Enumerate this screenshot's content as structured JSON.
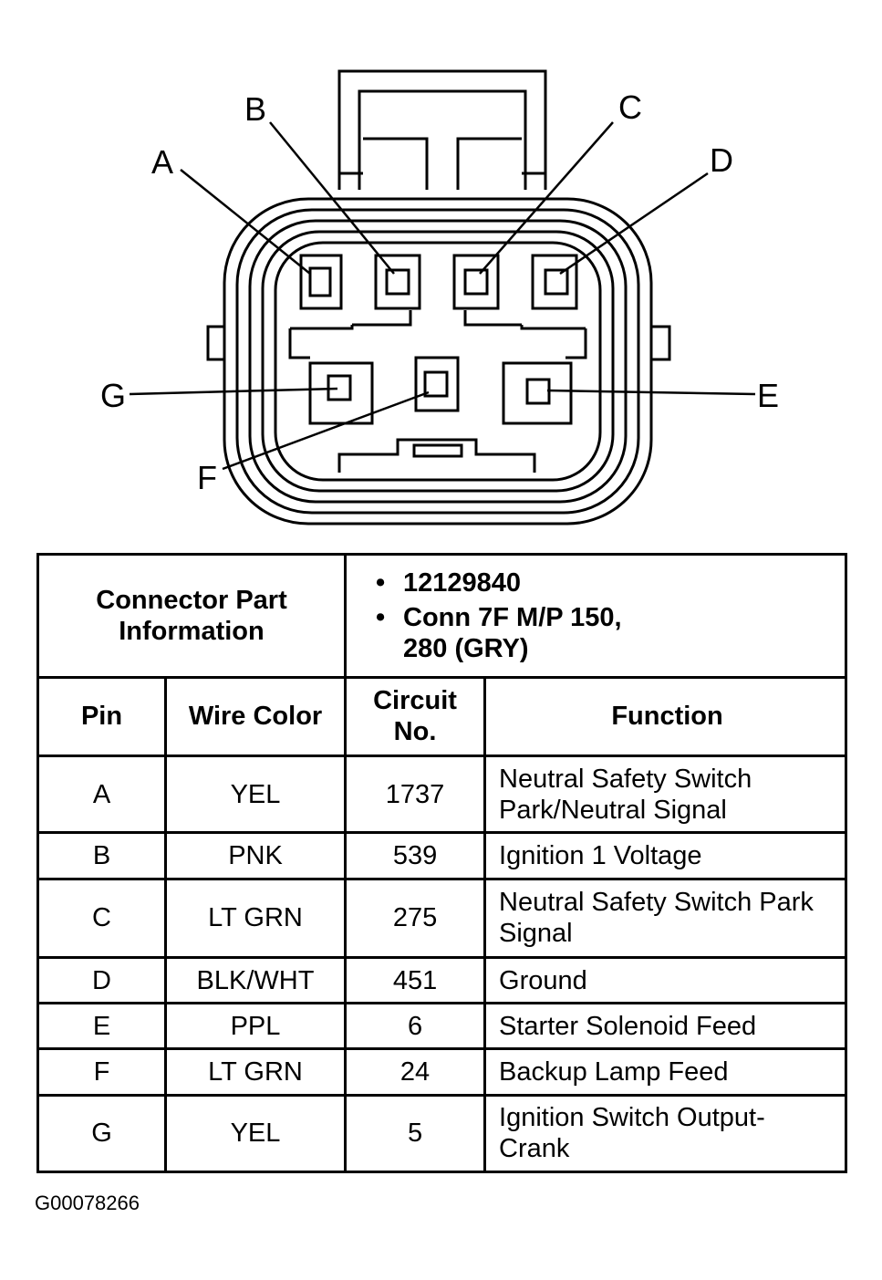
{
  "connector": {
    "pins": [
      {
        "id": "A",
        "label": "A"
      },
      {
        "id": "B",
        "label": "B"
      },
      {
        "id": "C",
        "label": "C"
      },
      {
        "id": "D",
        "label": "D"
      },
      {
        "id": "E",
        "label": "E"
      },
      {
        "id": "F",
        "label": "F"
      },
      {
        "id": "G",
        "label": "G"
      }
    ]
  },
  "table": {
    "info_label": "Connector Part Information",
    "info_values": [
      "12129840",
      "Conn 7F M/P 150,",
      "280 (GRY)"
    ],
    "headers": {
      "pin": "Pin",
      "wire_color": "Wire Color",
      "circuit_no": "Circuit No.",
      "function": "Function"
    },
    "rows": [
      {
        "pin": "A",
        "wire_color": "YEL",
        "circuit_no": "1737",
        "function": "Neutral Safety Switch Park/Neutral Signal"
      },
      {
        "pin": "B",
        "wire_color": "PNK",
        "circuit_no": "539",
        "function": "Ignition 1 Voltage"
      },
      {
        "pin": "C",
        "wire_color": "LT GRN",
        "circuit_no": "275",
        "function": "Neutral Safety Switch Park Signal"
      },
      {
        "pin": "D",
        "wire_color": "BLK/WHT",
        "circuit_no": "451",
        "function": "Ground"
      },
      {
        "pin": "E",
        "wire_color": "PPL",
        "circuit_no": "6",
        "function": "Starter Solenoid Feed"
      },
      {
        "pin": "F",
        "wire_color": "LT GRN",
        "circuit_no": "24",
        "function": "Backup Lamp Feed"
      },
      {
        "pin": "G",
        "wire_color": "YEL",
        "circuit_no": "5",
        "function": "Ignition Switch Output-Crank"
      }
    ]
  },
  "figure_code": "G00078266"
}
